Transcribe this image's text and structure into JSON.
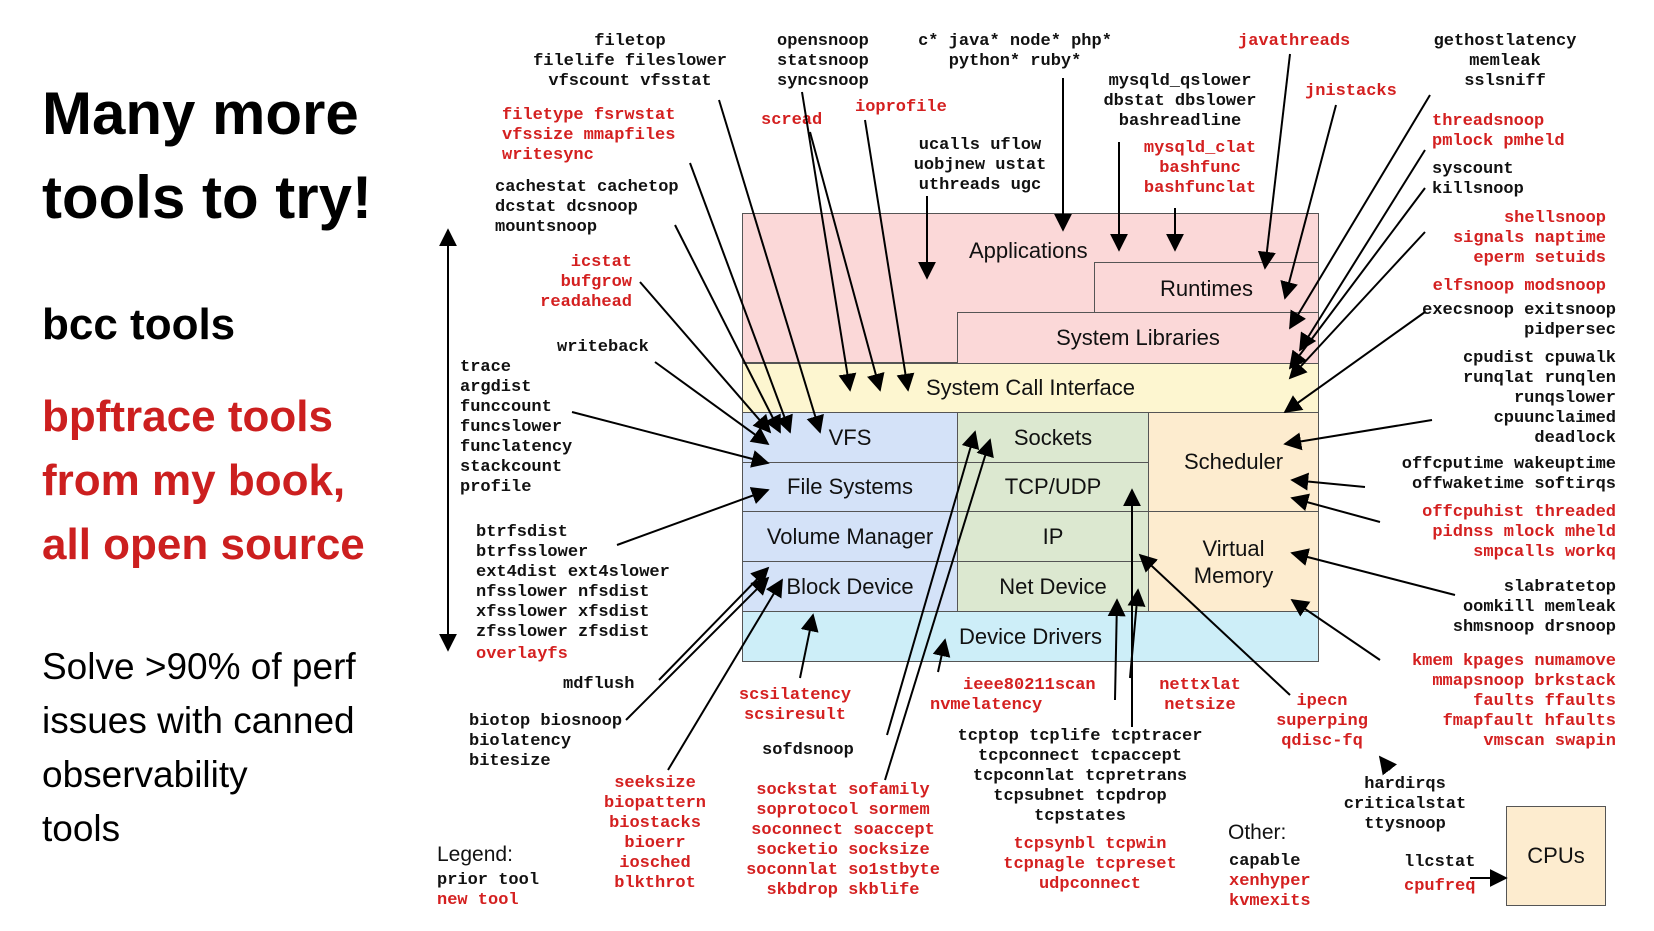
{
  "heading": "Many more tools to try!",
  "bcc_label": "bcc tools",
  "bpftrace_label": [
    "bpftrace tools",
    "from my book,",
    "all open source"
  ],
  "summary": [
    "Solve >90% of perf",
    "issues with canned",
    "observability",
    "tools"
  ],
  "layers": {
    "applications": "Applications",
    "runtimes": "Runtimes",
    "system_libraries": "System Libraries",
    "syscall": "System Call Interface",
    "vfs": "VFS",
    "sockets": "Sockets",
    "scheduler": "Scheduler",
    "file_systems": "File Systems",
    "tcp_udp": "TCP/UDP",
    "volume_manager": "Volume Manager",
    "ip": "IP",
    "virtual_memory": [
      "Virtual",
      "Memory"
    ],
    "block_device": "Block Device",
    "net_device": "Net Device",
    "device_drivers": "Device Drivers",
    "cpus": "CPUs"
  },
  "legend": {
    "title": "Legend:",
    "prior": "prior tool",
    "new": "new tool"
  },
  "other_label": "Other:",
  "colors": {
    "new_tool": "#d42020",
    "apps": "#fbd8d8",
    "syscall": "#fdf6d0",
    "fs": "#d4e2f8",
    "net": "#dce8d0",
    "sched": "#fdeccf",
    "drivers": "#cdeef8",
    "cpus": "#fdeccf"
  },
  "tool_groups": [
    {
      "lines": [
        {
          "t": "filetop"
        },
        {
          "t": "filelife fileslower"
        },
        {
          "t": "vfscount vfsstat"
        }
      ]
    },
    {
      "lines": [
        {
          "t": "filetype fsrwstat",
          "n": true
        },
        {
          "t": "vfssize mmapfiles",
          "n": true
        },
        {
          "t": "writesync",
          "n": true
        }
      ]
    },
    {
      "lines": [
        {
          "t": "cachestat cachetop"
        },
        {
          "t": "dcstat dcsnoop"
        },
        {
          "t": "mountsnoop"
        }
      ]
    },
    {
      "lines": [
        {
          "t": "icstat",
          "n": true
        },
        {
          "t": "bufgrow",
          "n": true
        },
        {
          "t": "readahead",
          "n": true
        }
      ]
    },
    {
      "lines": [
        {
          "t": "writeback"
        }
      ]
    },
    {
      "lines": [
        {
          "t": "trace"
        },
        {
          "t": "argdist"
        },
        {
          "t": "funccount"
        },
        {
          "t": "funcslower"
        },
        {
          "t": "funclatency"
        },
        {
          "t": "stackcount"
        },
        {
          "t": "profile"
        }
      ]
    },
    {
      "lines": [
        {
          "t": "btrfsdist"
        },
        {
          "t": "btrfsslower"
        },
        {
          "t": "ext4dist ext4slower"
        },
        {
          "t": "nfsslower nfsdist"
        },
        {
          "t": "xfsslower xfsdist"
        },
        {
          "t": "zfsslower zfsdist"
        }
      ]
    },
    {
      "lines": [
        {
          "t": "overlayfs",
          "n": true
        }
      ]
    },
    {
      "lines": [
        {
          "t": "mdflush"
        }
      ]
    },
    {
      "lines": [
        {
          "t": "biotop biosnoop"
        },
        {
          "t": "biolatency"
        },
        {
          "t": "bitesize"
        }
      ]
    },
    {
      "lines": [
        {
          "t": "seeksize",
          "n": true
        },
        {
          "t": "biopattern",
          "n": true
        },
        {
          "t": "biostacks",
          "n": true
        },
        {
          "t": "bioerr",
          "n": true
        },
        {
          "t": "iosched",
          "n": true
        },
        {
          "t": "blkthrot",
          "n": true
        }
      ]
    },
    {
      "lines": [
        {
          "t": "opensnoop"
        },
        {
          "t": "statsnoop"
        },
        {
          "t": "syncsnoop"
        }
      ]
    },
    {
      "lines": [
        {
          "t": "scread",
          "n": true
        }
      ]
    },
    {
      "lines": [
        {
          "t": "c* java* node* php*"
        },
        {
          "t": "python* ruby*"
        }
      ]
    },
    {
      "lines": [
        {
          "t": "ioprofile",
          "n": true
        }
      ]
    },
    {
      "lines": [
        {
          "t": "ucalls uflow"
        },
        {
          "t": "uobjnew ustat"
        },
        {
          "t": "uthreads ugc"
        }
      ]
    },
    {
      "lines": [
        {
          "t": "mysqld_qslower"
        },
        {
          "t": "dbstat dbslower"
        },
        {
          "t": "bashreadline"
        }
      ]
    },
    {
      "lines": [
        {
          "t": "mysqld_clat",
          "n": true
        },
        {
          "t": "bashfunc",
          "n": true
        },
        {
          "t": "bashfunclat",
          "n": true
        }
      ]
    },
    {
      "lines": [
        {
          "t": "javathreads",
          "n": true
        }
      ]
    },
    {
      "lines": [
        {
          "t": "jnistacks",
          "n": true
        }
      ]
    },
    {
      "lines": [
        {
          "t": "gethostlatency"
        },
        {
          "t": "memleak"
        },
        {
          "t": "sslsniff"
        }
      ]
    },
    {
      "lines": [
        {
          "t": "threadsnoop",
          "n": true
        },
        {
          "t": "pmlock pmheld",
          "n": true
        }
      ]
    },
    {
      "lines": [
        {
          "t": "syscount"
        },
        {
          "t": "killsnoop"
        }
      ]
    },
    {
      "lines": [
        {
          "t": "shellsnoop",
          "n": true
        },
        {
          "t": "signals naptime",
          "n": true
        },
        {
          "t": "eperm setuids",
          "n": true
        }
      ]
    },
    {
      "lines": [
        {
          "t": "elfsnoop modsnoop",
          "n": true
        }
      ]
    },
    {
      "lines": [
        {
          "t": "execsnoop exitsnoop"
        },
        {
          "t": "pidpersec"
        }
      ]
    },
    {
      "lines": [
        {
          "t": "cpudist cpuwalk"
        },
        {
          "t": "runqlat runqlen"
        },
        {
          "t": "runqslower"
        },
        {
          "t": "cpuunclaimed"
        },
        {
          "t": "deadlock"
        }
      ]
    },
    {
      "lines": [
        {
          "t": "offcputime wakeuptime"
        },
        {
          "t": "offwaketime softirqs"
        }
      ]
    },
    {
      "lines": [
        {
          "t": "offcpuhist threaded",
          "n": true
        },
        {
          "t": "pidnss mlock mheld",
          "n": true
        },
        {
          "t": "smpcalls workq",
          "n": true
        }
      ]
    },
    {
      "lines": [
        {
          "t": "slabratetop"
        },
        {
          "t": "oomkill memleak"
        },
        {
          "t": "shmsnoop drsnoop"
        }
      ]
    },
    {
      "lines": [
        {
          "t": "kmem kpages numamove",
          "n": true
        },
        {
          "t": "mmapsnoop brkstack",
          "n": true
        },
        {
          "t": "faults ffaults",
          "n": true
        },
        {
          "t": "fmapfault hfaults",
          "n": true
        },
        {
          "t": "vmscan swapin",
          "n": true
        }
      ]
    },
    {
      "lines": [
        {
          "t": "hardirqs"
        },
        {
          "t": "criticalstat"
        },
        {
          "t": "ttysnoop"
        }
      ]
    },
    {
      "lines": [
        {
          "t": "llcstat"
        },
        {
          "t": "cpufreq",
          "n": true
        }
      ]
    },
    {
      "lines": [
        {
          "t": "scsilatency",
          "n": true
        },
        {
          "t": "scsiresult",
          "n": true
        }
      ]
    },
    {
      "lines": [
        {
          "t": "ieee80211scan",
          "n": true
        },
        {
          "t": "nvmelatency",
          "n": true
        }
      ]
    },
    {
      "lines": [
        {
          "t": "nettxlat",
          "n": true
        },
        {
          "t": "netsize",
          "n": true
        }
      ]
    },
    {
      "lines": [
        {
          "t": "ipecn",
          "n": true
        },
        {
          "t": "superping",
          "n": true
        },
        {
          "t": "qdisc-fq",
          "n": true
        }
      ]
    },
    {
      "lines": [
        {
          "t": "sofdsnoop"
        }
      ]
    },
    {
      "lines": [
        {
          "t": "tcptop tcplife tcptracer"
        },
        {
          "t": "tcpconnect tcpaccept"
        },
        {
          "t": "tcpconnlat tcpretrans"
        },
        {
          "t": "tcpsubnet tcpdrop"
        },
        {
          "t": "tcpstates"
        }
      ]
    },
    {
      "lines": [
        {
          "t": "tcpsynbl tcpwin",
          "n": true
        },
        {
          "t": "tcpnagle tcpreset",
          "n": true
        },
        {
          "t": "udpconnect",
          "n": true
        }
      ]
    },
    {
      "lines": [
        {
          "t": "sockstat sofamily",
          "n": true
        },
        {
          "t": "soprotocol sormem",
          "n": true
        },
        {
          "t": "soconnect soaccept",
          "n": true
        },
        {
          "t": "socketio socksize",
          "n": true
        },
        {
          "t": "soconnlat so1stbyte",
          "n": true
        },
        {
          "t": "skbdrop skblife",
          "n": true
        }
      ]
    },
    {
      "lines": [
        {
          "t": "capable"
        },
        {
          "t": "xenhyper",
          "n": true
        },
        {
          "t": "kvmexits",
          "n": true
        }
      ]
    }
  ]
}
